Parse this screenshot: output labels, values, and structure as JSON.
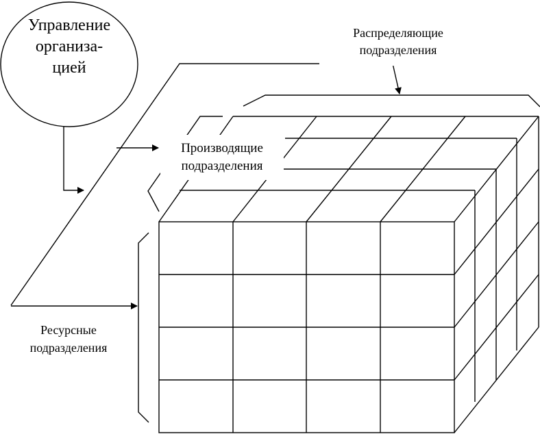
{
  "labels": {
    "management": [
      "Управление",
      "организа-",
      "цией"
    ],
    "distribution": [
      "Распределяющие",
      "подразделения"
    ],
    "production": [
      "Производящие",
      "подразделения"
    ],
    "resource": [
      "Ресурсные",
      "подразделения"
    ]
  },
  "cube": {
    "columns": 4,
    "rows": 4,
    "depth_layers": 4
  },
  "colors": {
    "line": "#000000",
    "background": "#ffffff"
  }
}
